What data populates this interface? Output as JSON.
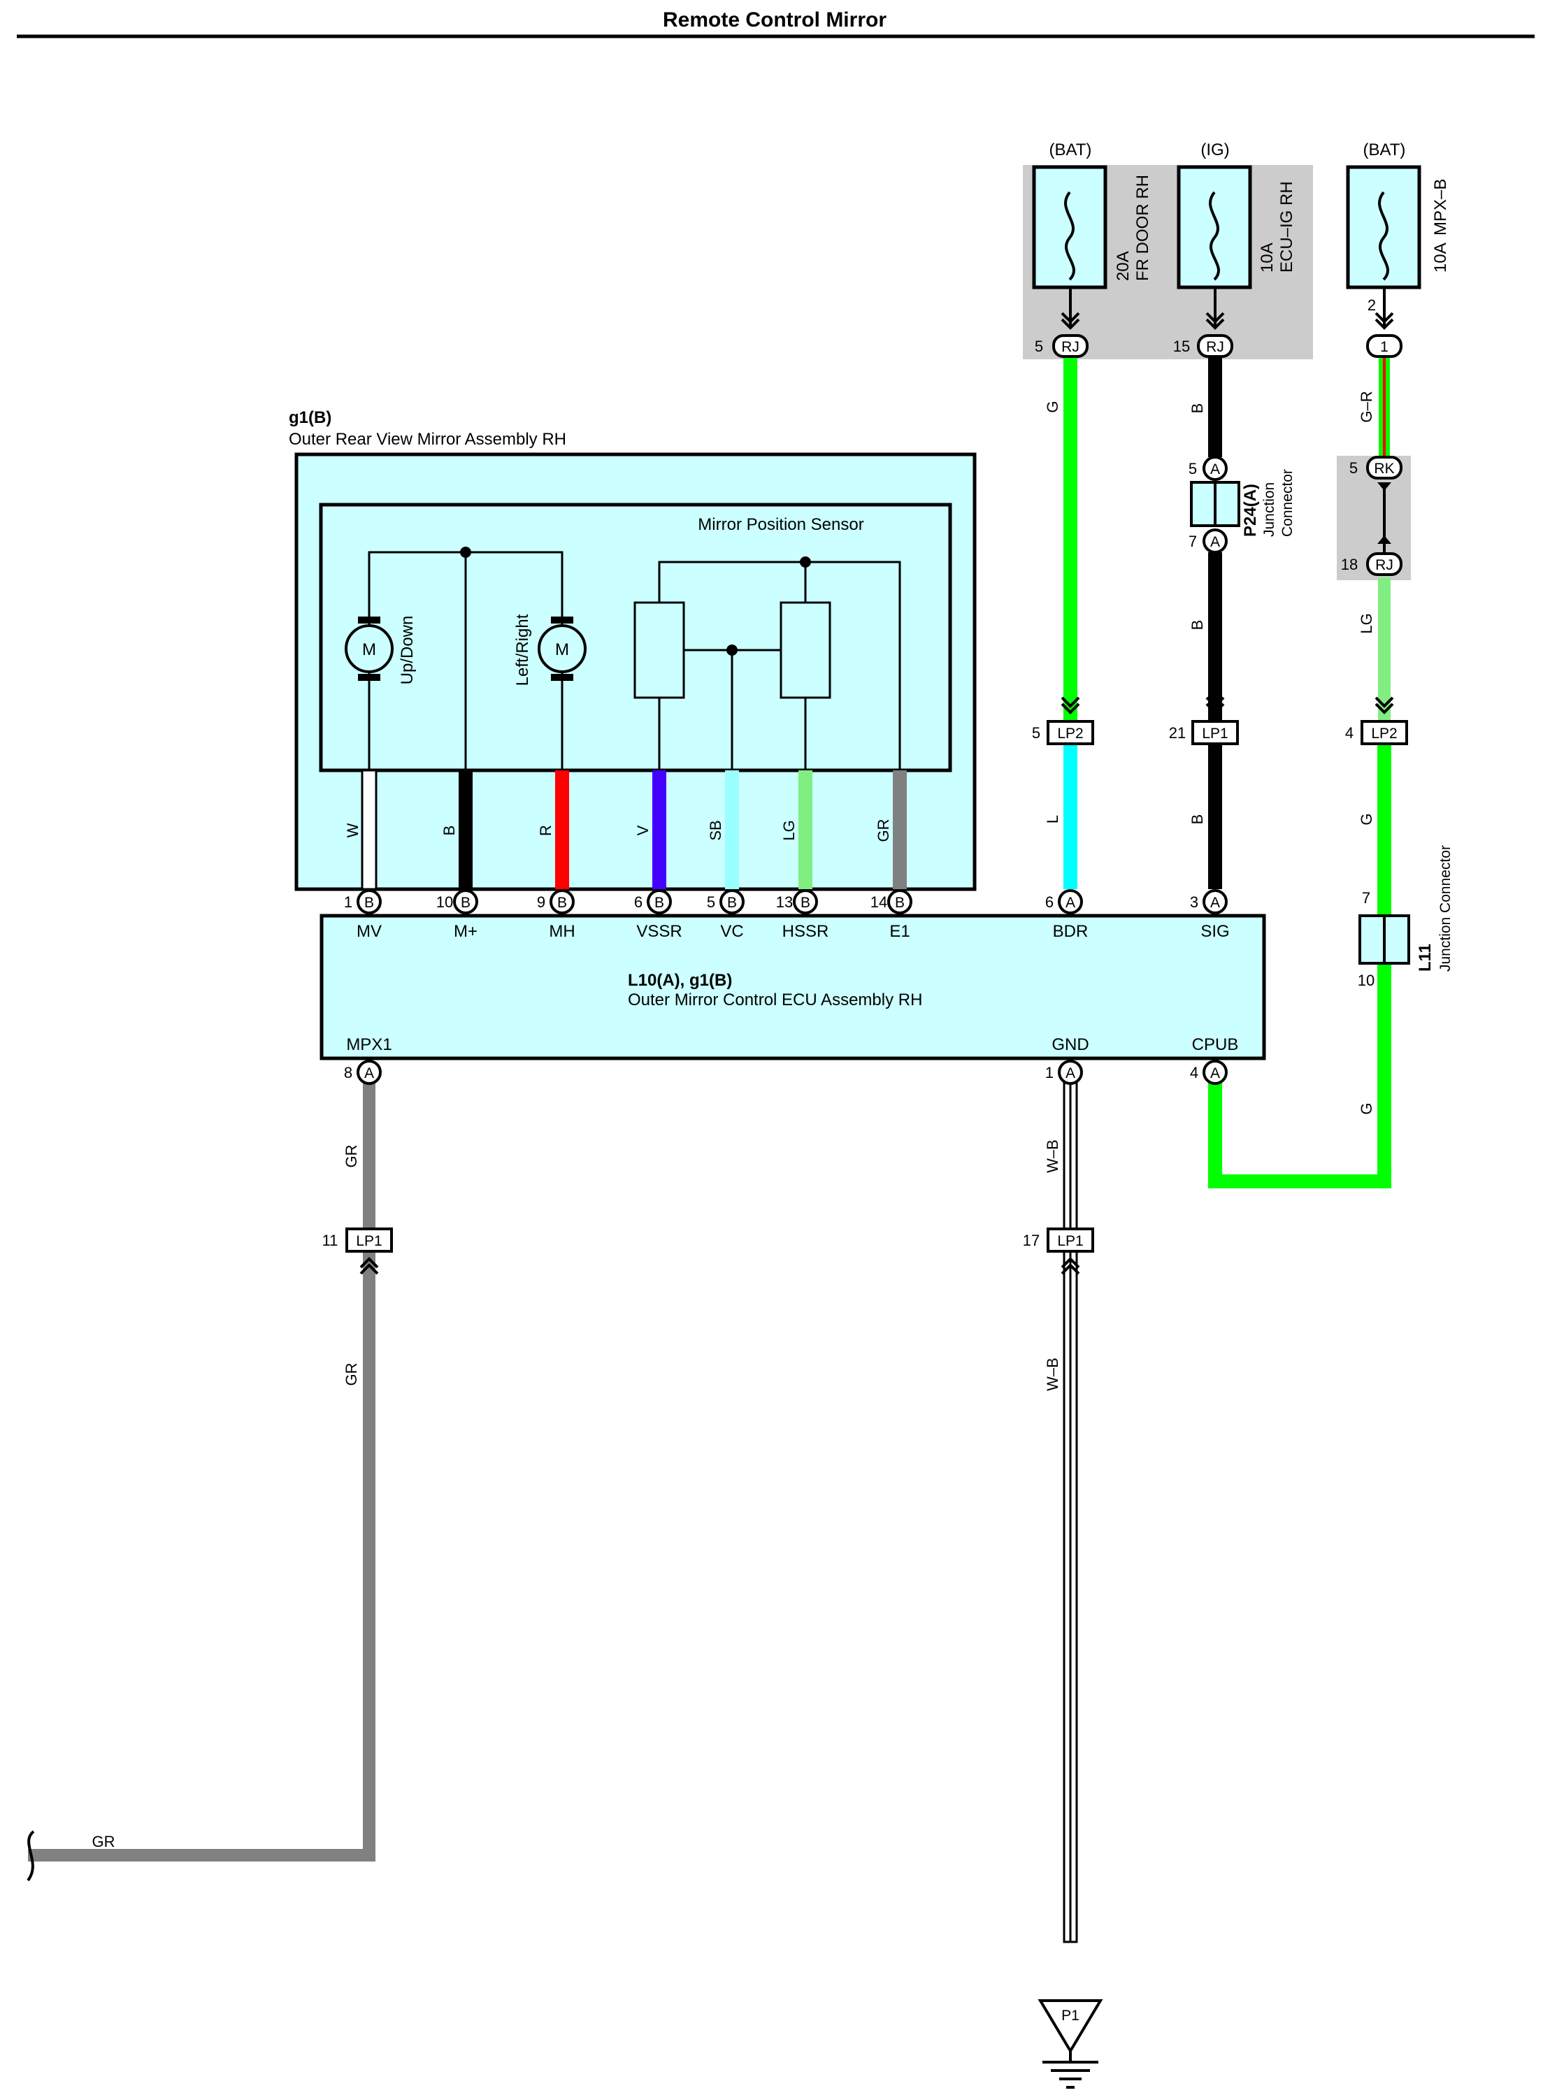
{
  "title": "Remote Control Mirror",
  "mirror_assembly": {
    "code": "g1(B)",
    "name": "Outer Rear View Mirror Assembly RH"
  },
  "sensor": {
    "name": "Mirror Position Sensor"
  },
  "motors": {
    "updown": {
      "symbol": "M",
      "label": "Up/Down"
    },
    "leftright": {
      "symbol": "M",
      "label": "Left/Right"
    }
  },
  "ecu": {
    "code": "L10(A), g1(B)",
    "name": "Outer Mirror Control ECU Assembly RH"
  },
  "ecu_top_pins": [
    {
      "pin": "1",
      "conn": "B",
      "signal": "MV",
      "wire": "W"
    },
    {
      "pin": "10",
      "conn": "B",
      "signal": "M+",
      "wire": "B"
    },
    {
      "pin": "9",
      "conn": "B",
      "signal": "MH",
      "wire": "R"
    },
    {
      "pin": "6",
      "conn": "B",
      "signal": "VSSR",
      "wire": "V"
    },
    {
      "pin": "5",
      "conn": "B",
      "signal": "VC",
      "wire": "SB"
    },
    {
      "pin": "13",
      "conn": "B",
      "signal": "HSSR",
      "wire": "LG"
    },
    {
      "pin": "14",
      "conn": "B",
      "signal": "E1",
      "wire": "GR"
    },
    {
      "pin": "6",
      "conn": "A",
      "signal": "BDR",
      "wire": "L"
    },
    {
      "pin": "3",
      "conn": "A",
      "signal": "SIG",
      "wire": "B"
    }
  ],
  "ecu_bottom_pins": [
    {
      "pin": "8",
      "conn": "A",
      "signal": "MPX1"
    },
    {
      "pin": "1",
      "conn": "A",
      "signal": "GND"
    },
    {
      "pin": "4",
      "conn": "A",
      "signal": "CPUB"
    }
  ],
  "fuses": [
    {
      "source": "(BAT)",
      "rating": "20A",
      "name": "FR DOOR RH",
      "out_pin": "5",
      "out_conn": "RJ"
    },
    {
      "source": "(IG)",
      "rating": "10A",
      "name": "ECU–IG RH",
      "out_pin": "15",
      "out_conn": "RJ"
    },
    {
      "source": "(BAT)",
      "rating": "10A",
      "name": "MPX–B",
      "in_pin": "2",
      "out_conn": "1"
    }
  ],
  "wires": {
    "bdr_upper": "G",
    "bdr_lower": "L",
    "sig_upper": "B",
    "sig_middle": "B",
    "sig_lower": "B",
    "mpxb_upper": "G–R",
    "mpxb_middle": "LG",
    "mpxb_lower": "G",
    "cpub": "G",
    "mpx1_upper": "GR",
    "mpx1_lower": "GR",
    "mpx1_bottom": "GR",
    "gnd_upper": "W–B",
    "gnd_lower": "W–B"
  },
  "connectors": {
    "lp2_bdr": {
      "pin": "5",
      "code": "LP2"
    },
    "lp1_sig": {
      "pin": "21",
      "code": "LP1"
    },
    "lp2_mpxb": {
      "pin": "4",
      "code": "LP2"
    },
    "lp1_mpx1": {
      "pin": "11",
      "code": "LP1"
    },
    "lp1_gnd": {
      "pin": "17",
      "code": "LP1"
    },
    "rk": {
      "pin": "5",
      "code": "RK"
    },
    "rj": {
      "pin": "18",
      "code": "RJ"
    }
  },
  "junction_p24": {
    "code": "P24(A)",
    "label1": "Junction",
    "label2": "Connector",
    "pin_in": "5",
    "pin_out": "7",
    "conn": "A"
  },
  "junction_l11": {
    "code": "L11",
    "label": "Junction Connector",
    "pin_in": "7",
    "pin_out": "10"
  },
  "ground": {
    "code": "P1"
  },
  "colors": {
    "panel": "#ccffff",
    "fuse_bg": "#cccccc",
    "green": "#00ff00",
    "light_green": "#80ee80",
    "black": "#000000",
    "red": "#ff0000",
    "violet": "#4400ff",
    "sky_blue": "#99ffff",
    "light_blue": "#00ffff",
    "gray": "#808080",
    "white": "#ffffff"
  }
}
